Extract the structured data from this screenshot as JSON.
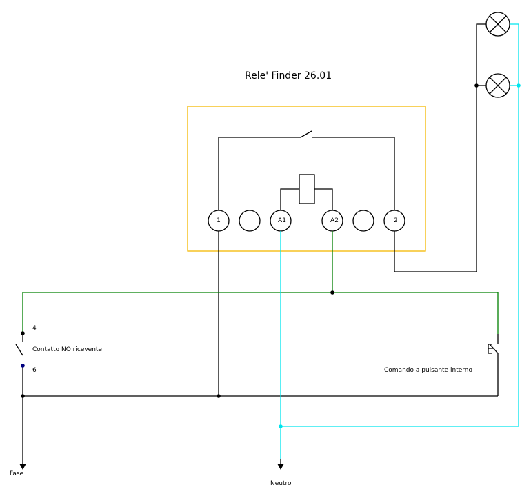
{
  "diagram": {
    "title": "Rele'  Finder 26.01",
    "colors": {
      "relay_box": "#f5b800",
      "phase_wire": "#000000",
      "neutral_wire": "#00e5ee",
      "command_wire": "#008000",
      "node_blue": "#000080"
    },
    "terminals": [
      {
        "id": "t1",
        "label": "1"
      },
      {
        "id": "t-blank-1",
        "label": ""
      },
      {
        "id": "tA1",
        "label": "A1"
      },
      {
        "id": "tA2",
        "label": "A2"
      },
      {
        "id": "t-blank-2",
        "label": ""
      },
      {
        "id": "t2",
        "label": "2"
      }
    ],
    "contact": {
      "terminal_top": "4",
      "name": "Contatto NO ricevente",
      "terminal_bottom": "6"
    },
    "pushbutton": {
      "name": "Comando a pulsante interno"
    },
    "supply": {
      "phase": "Fase",
      "neutral": "Neutro"
    },
    "lamps": [
      {
        "id": "lamp-1"
      },
      {
        "id": "lamp-2"
      }
    ]
  }
}
